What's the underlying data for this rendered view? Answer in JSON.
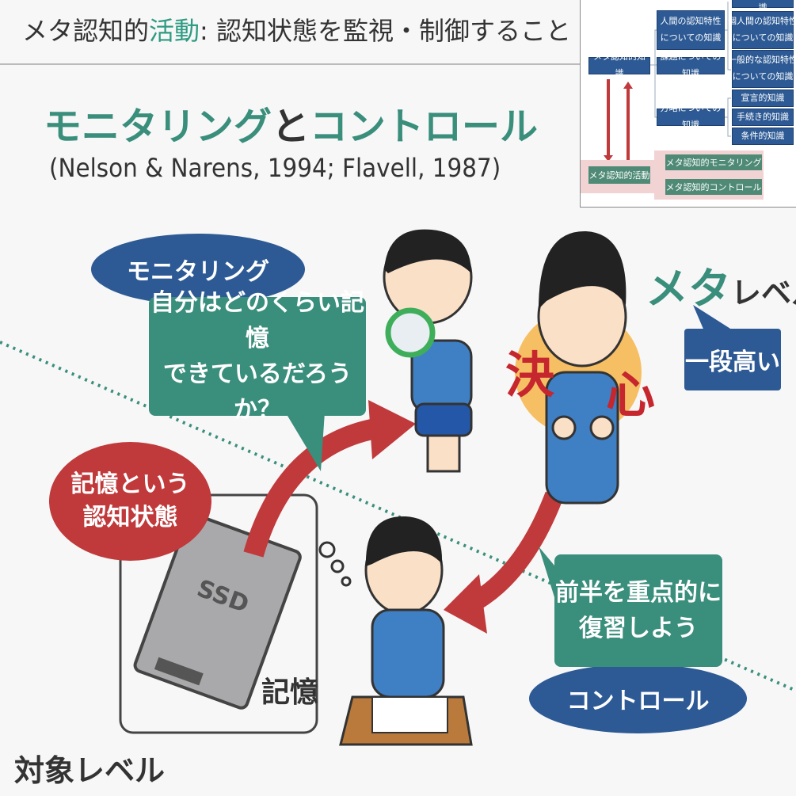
{
  "title": {
    "prefix": "メタ認知的",
    "highlight": "活動",
    "suffix": ": 認知状態を監視・制御すること"
  },
  "heading": {
    "part1": "モニタリング",
    "part2": "と",
    "part3": "コントロール"
  },
  "citation": "(Nelson & Narens, 1994; Flavell, 1987)",
  "mini_diagram": {
    "root_knowledge": "メタ認知的知識",
    "level2": [
      "人間の認知特性\nについての知識",
      "課題についての知識",
      "方略についての知識"
    ],
    "level3": [
      "についての知識",
      "個人間の認知特性\nについての知識",
      "一般的な認知特性\nについての知識",
      "宣言的知識",
      "手続き的知識",
      "条件的知識"
    ],
    "root_activity": "メタ認知的活動",
    "activity_children": [
      "メタ認知的モニタリング",
      "メタ認知的コントロール"
    ]
  },
  "monitoring_label": "モニタリング",
  "monitoring_bubble": [
    "自分はどのくらい記憶",
    "できているだろうか？"
  ],
  "memory_state": [
    "記憶という",
    "認知状態"
  ],
  "ssd_label": "SSD",
  "memory_label": "記憶",
  "thought": "ooo",
  "decision": [
    "決",
    "心"
  ],
  "meta_level": {
    "big": "メタ",
    "small": "レベル"
  },
  "higher_label": "一段高い",
  "control_bubble": [
    "前半を重点的に",
    "復習しよう"
  ],
  "control_label": "コントロール",
  "object_level": "対象レベル",
  "colors": {
    "teal": "#3a8e7c",
    "blue": "#2d5a94",
    "red": "#c0393b"
  }
}
